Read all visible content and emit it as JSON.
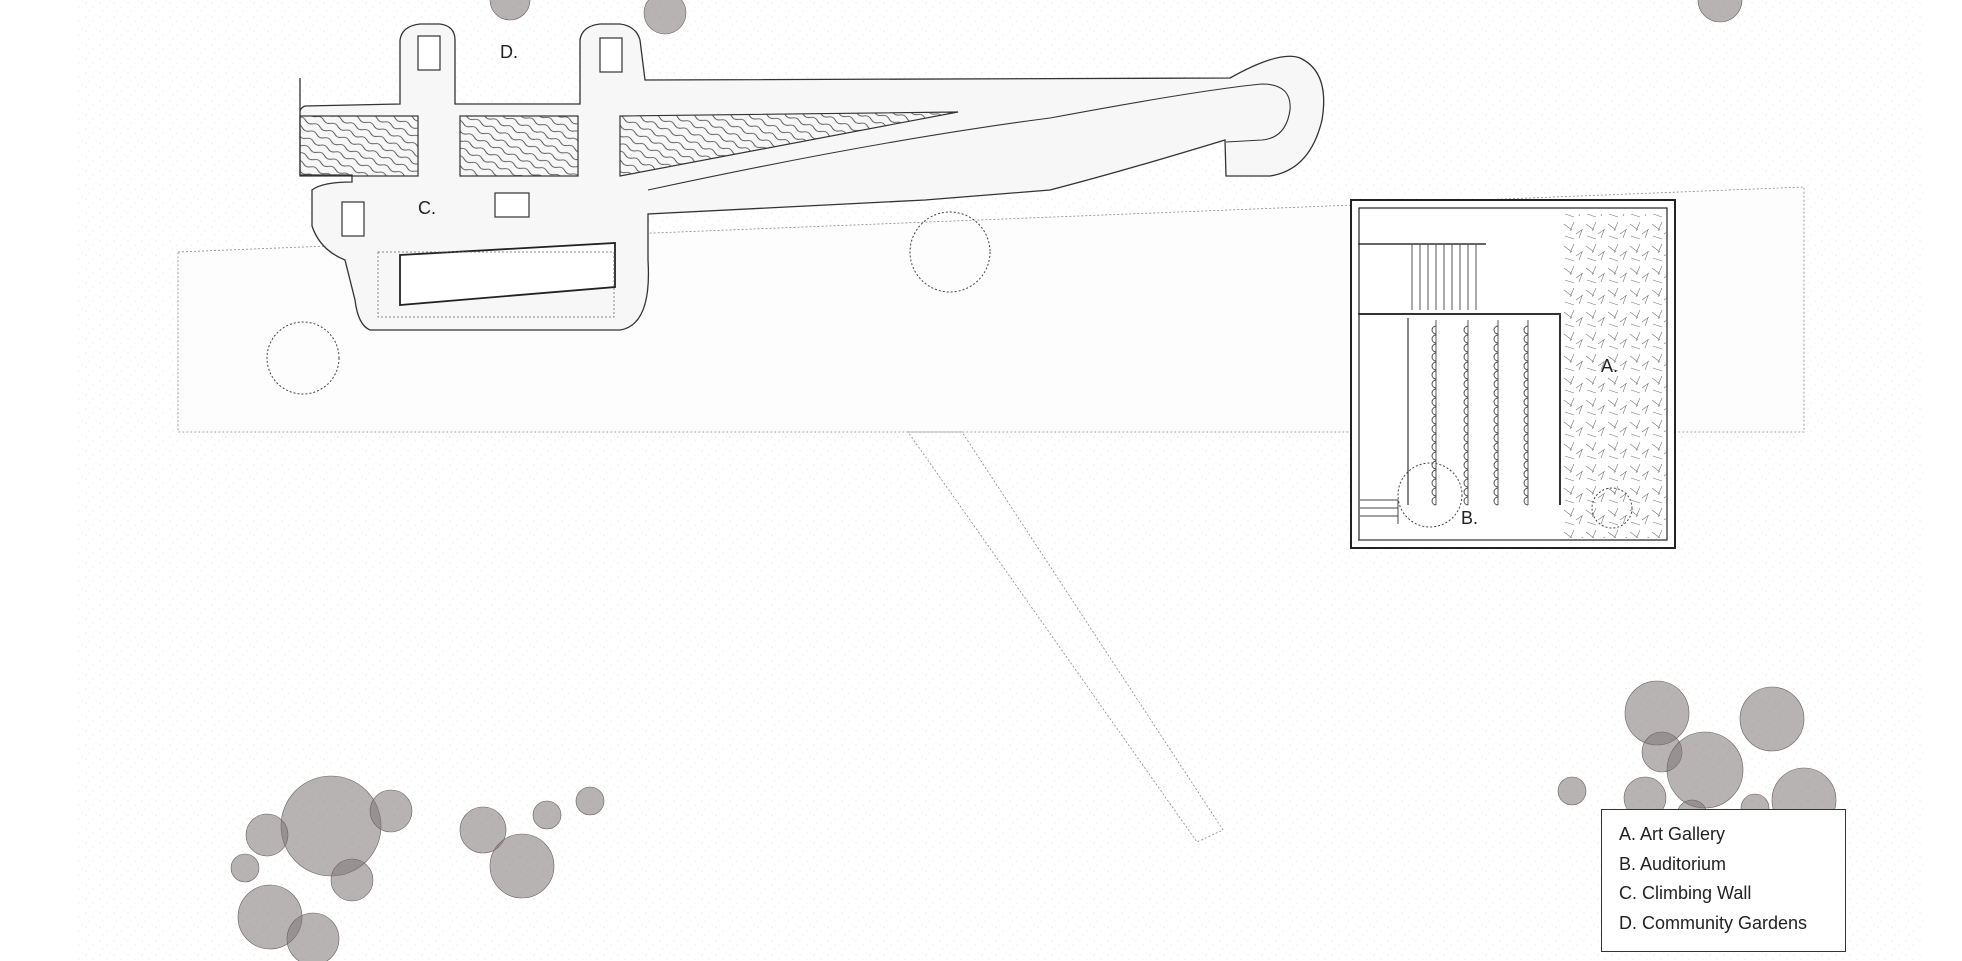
{
  "plan": {
    "labels": {
      "a": "A.",
      "b": "B.",
      "c": "C.",
      "d": "D."
    },
    "colors": {
      "tree_fill": "#7d7475",
      "line": "#333333",
      "paper": "#fafafa"
    }
  },
  "legend": {
    "items": [
      "A.  Art Gallery",
      "B.  Auditorium",
      "C.  Climbing Wall",
      "D.  Community Gardens"
    ]
  }
}
